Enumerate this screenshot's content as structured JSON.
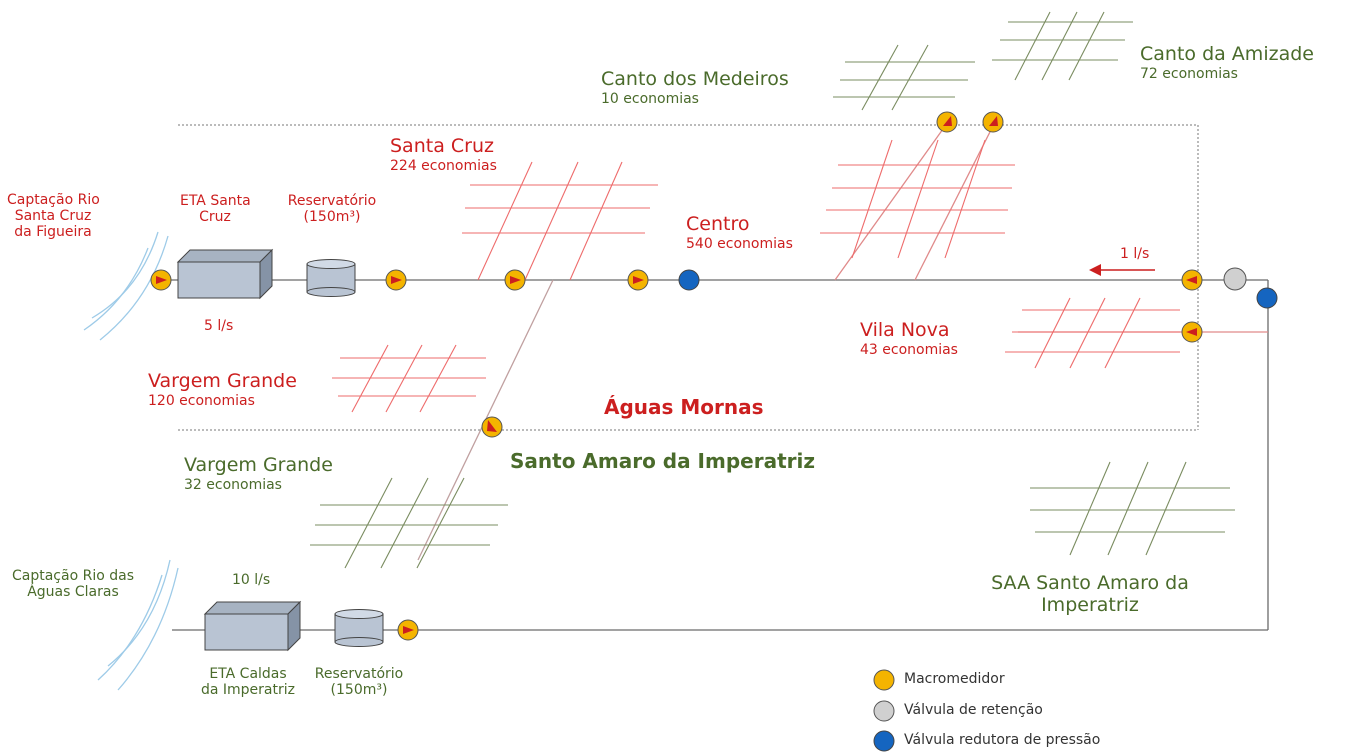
{
  "sources": {
    "santa_cruz": [
      "Captação Rio",
      "Santa Cruz",
      "da Figueira"
    ],
    "aguas_claras": [
      "Captação Rio das",
      "Águas Claras"
    ]
  },
  "plants": {
    "eta_santa_cruz": [
      "ETA Santa",
      "Cruz"
    ],
    "res_top": [
      "Reservatório",
      "(150m³)"
    ],
    "flow_top": "5 l/s",
    "flow_bottom": "10 l/s",
    "eta_caldas": [
      "ETA Caldas",
      "da Imperatriz"
    ],
    "res_bottom": [
      "Reservatório",
      "(150m³)"
    ]
  },
  "areas": {
    "santa_cruz": {
      "name": "Santa Cruz",
      "sub": "224 economias"
    },
    "centro": {
      "name": "Centro",
      "sub": "540 economias"
    },
    "canto_medeiros": {
      "name": "Canto dos Medeiros",
      "sub": "10 economias"
    },
    "canto_amizade": {
      "name": "Canto da Amizade",
      "sub": "72 economias"
    },
    "vila_nova": {
      "name": "Vila Nova",
      "sub": "43 economias"
    },
    "vargem_red": {
      "name": "Vargem Grande",
      "sub": "120 economias"
    },
    "vargem_green": {
      "name": "Vargem Grande",
      "sub": "32 economias"
    }
  },
  "regions": {
    "aguas_mornas": "Águas Mornas",
    "santo_amaro": "Santo Amaro da Imperatriz",
    "saa": [
      "SAA Santo Amaro da",
      "Imperatriz"
    ]
  },
  "flow_arrow": "1 l/s",
  "colors": {
    "macromedidor": "#f4b400",
    "retencao": "#d0d0d0",
    "redutora": "#1565c0",
    "red": "#cc1f1f",
    "green": "#4a6b2b"
  },
  "legend": {
    "macromedidor": "Macromedidor",
    "retencao": "Válvula de retenção",
    "redutora": "Válvula redutora de pressão"
  }
}
